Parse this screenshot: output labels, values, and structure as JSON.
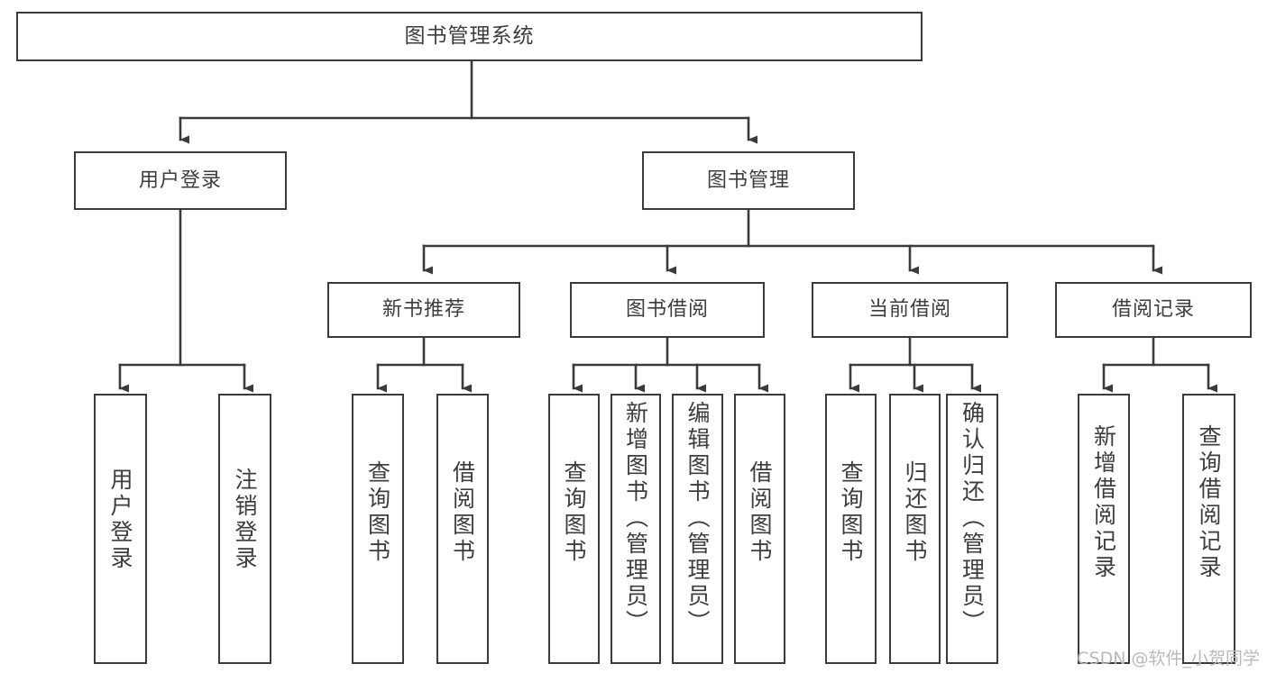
{
  "diagram": {
    "title": "图书管理系统",
    "type": "tree",
    "arrow_color": "#3b3b3b",
    "box_border_color": "#3b3b3b",
    "text_color": "#3d3d3d",
    "background": "#ffffff"
  },
  "nodes": {
    "root": {
      "label": "图书管理系统"
    },
    "level2": [
      {
        "id": "user-login",
        "label": "用户登录"
      },
      {
        "id": "book-manage",
        "label": "图书管理"
      }
    ],
    "level3": [
      {
        "id": "new-book-rec",
        "label": "新书推荐"
      },
      {
        "id": "book-borrow",
        "label": "图书借阅"
      },
      {
        "id": "current-borrow",
        "label": "当前借阅"
      },
      {
        "id": "borrow-record",
        "label": "借阅记录"
      }
    ],
    "leaves": [
      {
        "id": "leaf-user-login",
        "label": "用户登录",
        "parent": "user-login"
      },
      {
        "id": "leaf-logout",
        "label": "注销登录",
        "parent": "user-login"
      },
      {
        "id": "leaf-query-book-1",
        "label": "查询图书",
        "parent": "new-book-rec"
      },
      {
        "id": "leaf-borrow-book-1",
        "label": "借阅图书",
        "parent": "new-book-rec"
      },
      {
        "id": "leaf-query-book-2",
        "label": "查询图书",
        "parent": "book-borrow"
      },
      {
        "id": "leaf-add-book",
        "label": "新增图书（管理员）",
        "parent": "book-borrow"
      },
      {
        "id": "leaf-edit-book",
        "label": "编辑图书（管理员）",
        "parent": "book-borrow"
      },
      {
        "id": "leaf-borrow-book-2",
        "label": "借阅图书",
        "parent": "book-borrow"
      },
      {
        "id": "leaf-query-book-3",
        "label": "查询图书",
        "parent": "current-borrow"
      },
      {
        "id": "leaf-return-book",
        "label": "归还图书",
        "parent": "current-borrow"
      },
      {
        "id": "leaf-confirm-return",
        "label": "确认归还（管理员）",
        "parent": "current-borrow"
      },
      {
        "id": "leaf-add-record",
        "label": "新增借阅记录",
        "parent": "borrow-record"
      },
      {
        "id": "leaf-query-record",
        "label": "查询借阅记录",
        "parent": "borrow-record"
      }
    ]
  },
  "watermark": {
    "text": "CSDN @软件_小贺同学"
  }
}
